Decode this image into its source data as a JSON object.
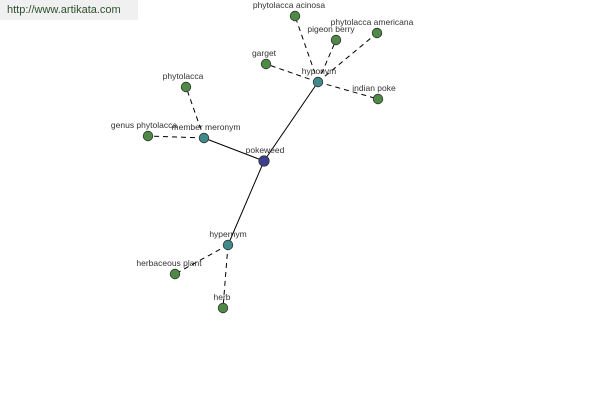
{
  "source_link": "http://www.artikata.com",
  "colors": {
    "center": "#3d3f8f",
    "relation": "#3f8a8a",
    "leaf": "#4e8a46",
    "stroke": "#333333",
    "label": "#333333"
  },
  "nodes": [
    {
      "id": "pokeweed",
      "label": "pokeweed",
      "kind": "center"
    },
    {
      "id": "hyponym",
      "label": "hyponym",
      "kind": "relation"
    },
    {
      "id": "member-meronym",
      "label": "member meronym",
      "kind": "relation"
    },
    {
      "id": "hypernym",
      "label": "hypernym",
      "kind": "relation"
    },
    {
      "id": "phytolacca-acinosa",
      "label": "phytolacca acinosa",
      "kind": "leaf"
    },
    {
      "id": "pigeon-berry",
      "label": "pigeon berry",
      "kind": "leaf"
    },
    {
      "id": "phytolacca-americana",
      "label": "phytolacca americana",
      "kind": "leaf"
    },
    {
      "id": "garget",
      "label": "garget",
      "kind": "leaf"
    },
    {
      "id": "indian-poke",
      "label": "indian poke",
      "kind": "leaf"
    },
    {
      "id": "phytolacca",
      "label": "phytolacca",
      "kind": "leaf"
    },
    {
      "id": "genus-phytolacca",
      "label": "genus phytolacca",
      "kind": "leaf"
    },
    {
      "id": "herbaceous-plant",
      "label": "herbaceous plant",
      "kind": "leaf"
    },
    {
      "id": "herb",
      "label": "herb",
      "kind": "leaf"
    }
  ],
  "edges": [
    {
      "from": "pokeweed",
      "to": "hyponym",
      "style": "solid"
    },
    {
      "from": "pokeweed",
      "to": "member-meronym",
      "style": "solid"
    },
    {
      "from": "pokeweed",
      "to": "hypernym",
      "style": "solid"
    },
    {
      "from": "hyponym",
      "to": "phytolacca-acinosa",
      "style": "dashed"
    },
    {
      "from": "hyponym",
      "to": "pigeon-berry",
      "style": "dashed"
    },
    {
      "from": "hyponym",
      "to": "phytolacca-americana",
      "style": "dashed"
    },
    {
      "from": "hyponym",
      "to": "garget",
      "style": "dashed"
    },
    {
      "from": "hyponym",
      "to": "indian-poke",
      "style": "dashed"
    },
    {
      "from": "member-meronym",
      "to": "phytolacca",
      "style": "dashed"
    },
    {
      "from": "member-meronym",
      "to": "genus-phytolacca",
      "style": "dashed"
    },
    {
      "from": "hypernym",
      "to": "herbaceous-plant",
      "style": "dashed"
    },
    {
      "from": "hypernym",
      "to": "herb",
      "style": "dashed"
    }
  ]
}
